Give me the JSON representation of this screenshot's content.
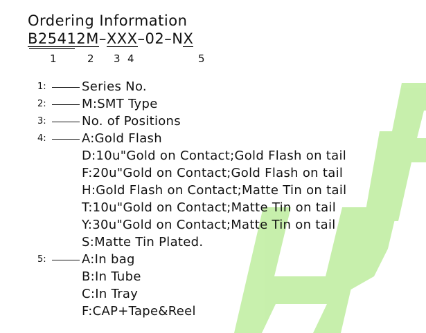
{
  "watermark": {
    "text": "HJF",
    "color": "#9be36a"
  },
  "header": {
    "title": "Ordering Information"
  },
  "part_number": {
    "seg1": "B25412",
    "seg2": "M",
    "dash1": "–",
    "seg3": "XX",
    "seg4": "X",
    "mid": "–02–N",
    "seg5": "X"
  },
  "reference_numbers": [
    "1",
    "2",
    "3",
    "4",
    "5"
  ],
  "legend": [
    {
      "label": "1:",
      "items": [
        "Series No."
      ]
    },
    {
      "label": "2:",
      "items": [
        "M:SMT Type"
      ]
    },
    {
      "label": "3:",
      "items": [
        "No.  of  Positions"
      ]
    },
    {
      "label": "4:",
      "items": [
        "A:Gold  Flash",
        "D:10u\"Gold  on  Contact;Gold  Flash  on  tail",
        "F:20u\"Gold  on  Contact;Gold  Flash  on  tail",
        "H:Gold  Flash  on  Contact;Matte  Tin  on  tail",
        "T:10u\"Gold  on  Contact;Matte  Tin  on  tail",
        "Y:30u\"Gold  on  Contact;Matte  Tin  on  tail",
        "S:Matte  Tin  Plated."
      ]
    },
    {
      "label": "5:",
      "items": [
        "A:In  bag",
        "B:In  Tube",
        "C:In  Tray",
        "F:CAP+Tape&Reel"
      ]
    }
  ]
}
